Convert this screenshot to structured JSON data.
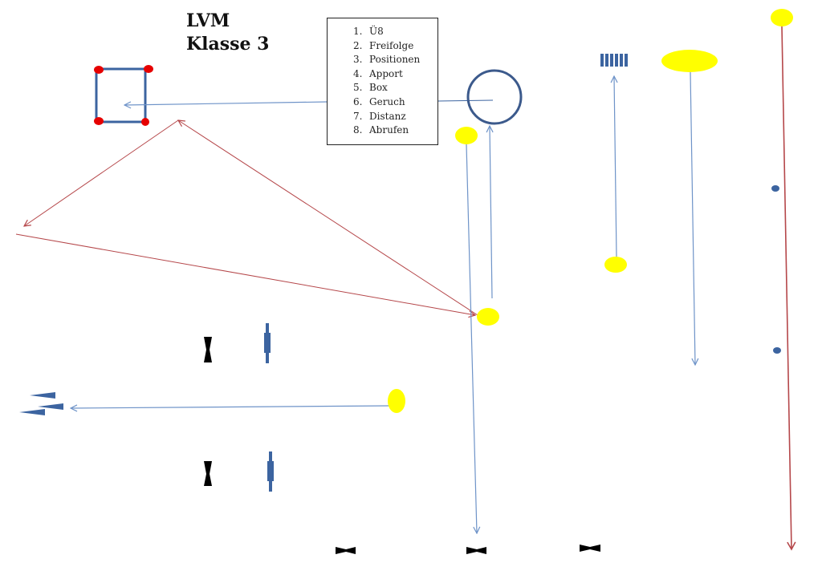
{
  "title": {
    "line1": "LVM",
    "line2": "Klasse 3"
  },
  "exercise_list": [
    {
      "number": "1.",
      "label": "Ü8"
    },
    {
      "number": "2.",
      "label": "Freifolge"
    },
    {
      "number": "3.",
      "label": "Positionen"
    },
    {
      "number": "4.",
      "label": "Apport"
    },
    {
      "number": "5.",
      "label": "Box"
    },
    {
      "number": "6.",
      "label": "Geruch"
    },
    {
      "number": "7.",
      "label": "Distanz"
    },
    {
      "number": "8.",
      "label": "Abrufen"
    }
  ],
  "colors": {
    "handler_position": "#ffff00",
    "blue_path": "#6e93c8",
    "red_path": "#b5474a",
    "object_blue": "#3c64a0",
    "corner_marker": "#e60000",
    "cone_black": "#000000"
  },
  "icons": [
    "square-box-icon",
    "circle-ring-icon",
    "hurdle-icon",
    "cone-icon",
    "dumbbell-icon",
    "marker-dot-icon",
    "arrow-icon"
  ]
}
